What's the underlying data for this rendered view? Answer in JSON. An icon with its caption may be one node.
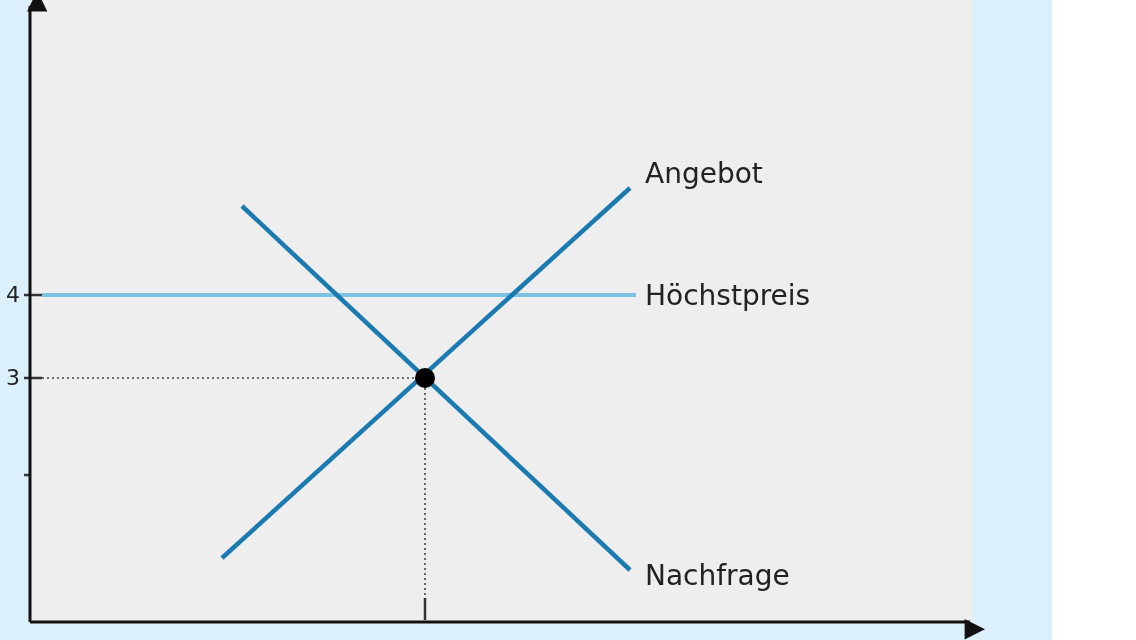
{
  "diagram": {
    "labels": [
      "4",
      "3",
      "Angebot",
      "Höchstpreis",
      "Nachfrage"
    ]
  }
}
